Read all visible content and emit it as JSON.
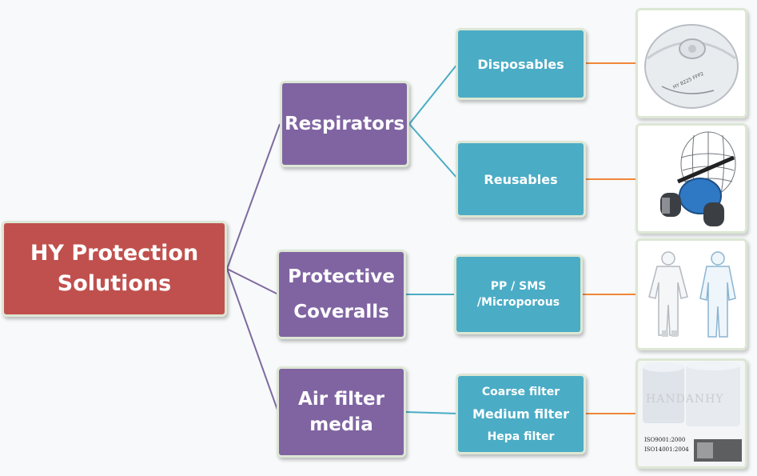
{
  "root": {
    "line1": "HY Protection",
    "line2": "Solutions"
  },
  "categories": [
    {
      "lines": [
        "Respirators"
      ]
    },
    {
      "lines": [
        "Protective",
        "Coveralls"
      ]
    },
    {
      "lines": [
        "Air filter",
        "media"
      ]
    }
  ],
  "subitems": [
    {
      "label": "Disposables"
    },
    {
      "label": "Reusables"
    },
    {
      "lines": [
        "PP  / SMS",
        "/Microporous"
      ]
    },
    {
      "lines": [
        "Coarse filter",
        "Medium filter",
        "Hepa filter"
      ]
    }
  ],
  "images": [
    {
      "icon": "disposable-respirator-image"
    },
    {
      "icon": "reusable-respirator-image"
    },
    {
      "icon": "protective-coverall-image"
    },
    {
      "icon": "air-filter-media-image",
      "watermark": "HANDANHY",
      "cert1": "ISO9001:2000",
      "cert2": "ISO14001:2004"
    }
  ],
  "colors": {
    "root": "#c0504d",
    "category": "#8064a2",
    "subitem": "#4bacc6",
    "connector_category": "#7e6aa0",
    "connector_subitem": "#4bacc6",
    "connector_image": "#f0883a"
  }
}
